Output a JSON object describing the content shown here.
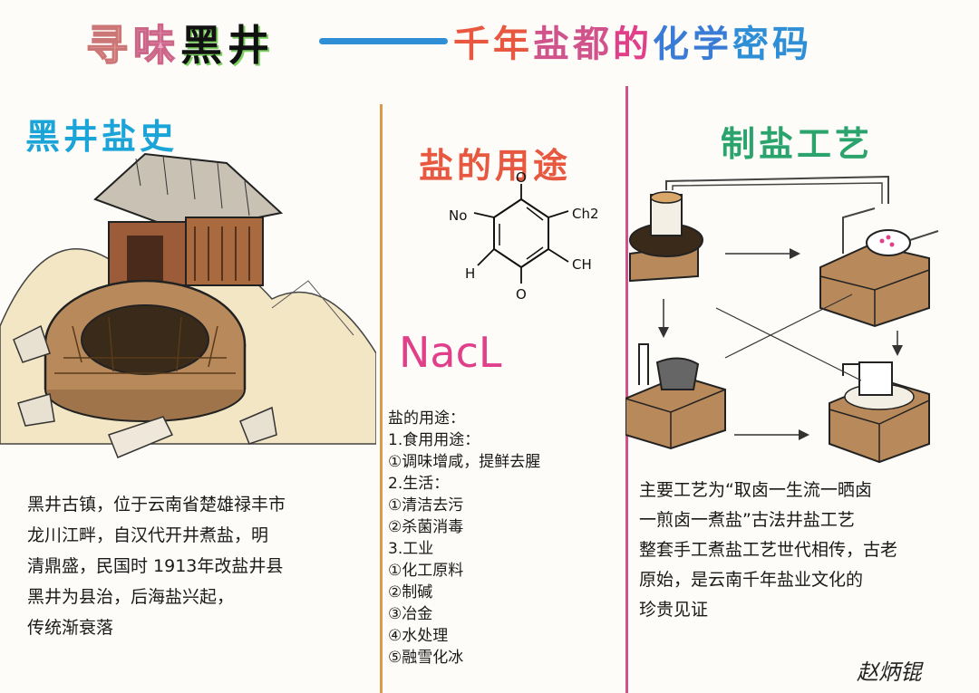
{
  "header": {
    "title_left_chars": [
      "寻",
      "味",
      "黑",
      "井"
    ],
    "title_right_chars": [
      "千",
      "年",
      "盐",
      "都",
      "的",
      "化",
      "学",
      "密",
      "码"
    ],
    "title_right_colors": [
      "#e8573f",
      "#e8573f",
      "#d1538c",
      "#d1538c",
      "#e0408a",
      "#3a7bd5",
      "#3a7bd5",
      "#2e8fd6",
      "#2e8fd6"
    ]
  },
  "history": {
    "title": "黑井盐史",
    "text": [
      "黑井古镇，位于云南省楚雄禄丰市",
      "龙川江畔，自汉代开井煮盐，明",
      "清鼎盛，民国时 1913年改盐井县",
      "黑井为县治，后海盐兴起，",
      "传统渐衰落"
    ]
  },
  "uses": {
    "title": "盐的用途",
    "molecule_labels": [
      "No",
      "O",
      "Ch2",
      "CH",
      "H",
      "O"
    ],
    "formula": "NacL",
    "list": [
      "盐的用途：",
      "1.食用用途：",
      "  ①调味增咸，提鲜去腥",
      "2.生活：",
      "  ①清洁去污",
      "  ②杀菌消毒",
      "3.工业",
      "  ①化工原料",
      "  ②制碱",
      "  ③冶金",
      "  ④水处理",
      "  ⑤融雪化冰"
    ]
  },
  "process": {
    "title": "制盐工艺",
    "text": [
      "主要工艺为“取卤一生流一晒卤",
      "一煎卤一煮盐”古法井盐工艺",
      "整套手工煮盐工艺世代相传，古老",
      "原始，是云南千年盐业文化的",
      "珍贵见证"
    ],
    "signature": "赵炳锟"
  },
  "colors": {
    "history_title": "#1aa4d8",
    "uses_title": "#e8573f",
    "process_title": "#2aa36c",
    "formula": "#e0408a",
    "divider_1": "#d99a4a",
    "divider_2": "#d1538c",
    "brick": "#b8895a"
  }
}
